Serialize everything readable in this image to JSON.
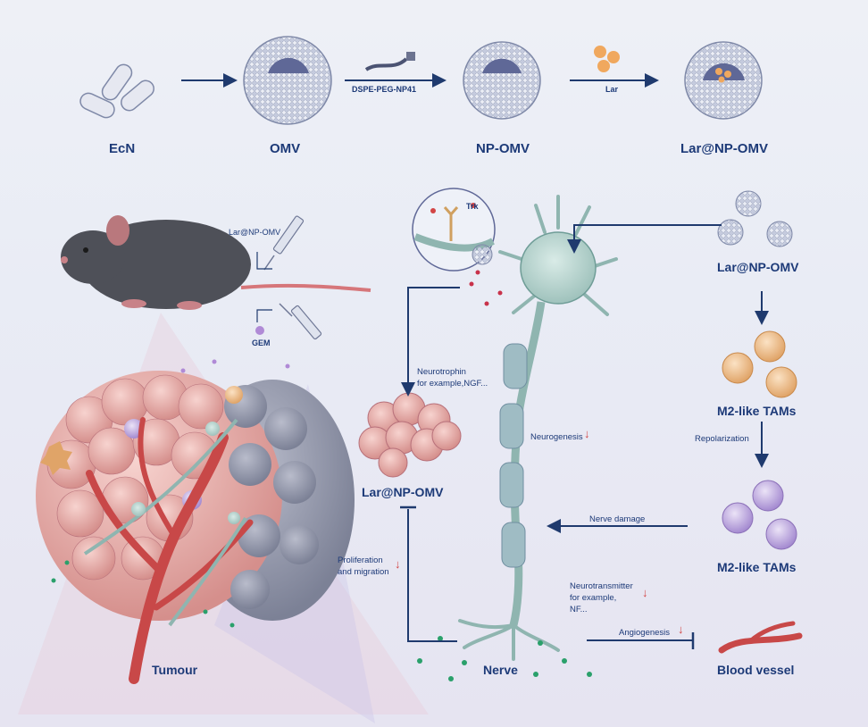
{
  "top_row": {
    "ecn": "EcN",
    "omv": "OMV",
    "np_omv": "NP-OMV",
    "lar_np_omv": "Lar@NP-OMV",
    "arrow_dspe": "DSPE-PEG-NP41",
    "arrow_lar": "Lar"
  },
  "mouse": {
    "injection_label": "Lar@NP-OMV",
    "gem_label": "GEM"
  },
  "tumour": {
    "label": "Tumour"
  },
  "cells": {
    "lar_np_omv_cluster": "Lar@NP-OMV",
    "neurotrophin_line1": "Neurotrophin",
    "neurotrophin_line2": "for example,NGF...",
    "proliferation_line1": "Proliferation",
    "proliferation_line2": "and migration"
  },
  "nerve": {
    "label": "Nerve",
    "trk_label": "Trk",
    "neurogenesis": "Neurogenesis",
    "nerve_damage": "Nerve damage",
    "neurotransmitter_line1": "Neurotransmitter",
    "neurotransmitter_line2": "for example,",
    "neurotransmitter_line3": "NF...",
    "angiogenesis": "Angiogenesis"
  },
  "right_column": {
    "lar_np_omv": "Lar@NP-OMV",
    "m2_tams_1": "M2-like TAMs",
    "repolarization": "Repolarization",
    "m2_tams_2": "M2-like TAMs",
    "blood_vessel": "Blood vessel"
  },
  "arrows": {
    "down": "↓"
  },
  "colors": {
    "label_blue": "#1d3a78",
    "arrow_navy": "#1f3a6e",
    "decrease_red": "#d24545",
    "vessel_red": "#c84848",
    "nerve_teal": "#8fb5b0"
  }
}
